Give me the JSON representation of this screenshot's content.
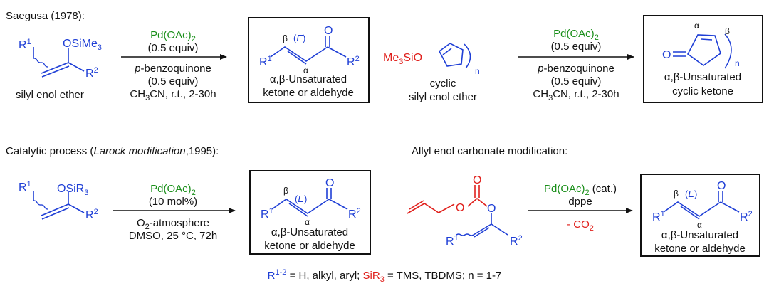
{
  "colors": {
    "ink": "#111111",
    "blue": "#1f3fd6",
    "red": "#e0201c",
    "green": "#1a8f1a"
  },
  "panel1": {
    "heading": "Saegusa (1978):",
    "sm_r1": "R",
    "sm_r1_sup": "1",
    "sm_otms": "OSiMe",
    "sm_otms_sub": "3",
    "sm_r2": "R",
    "sm_r2_sup": "2",
    "sm_name": "silyl enol ether",
    "reagent": "Pd(OAc)",
    "reagent_sub": "2",
    "equiv": "(0.5 equiv)",
    "cond_italic": "p",
    "cond_rest": "-benzoquinone",
    "cond_equiv": "(0.5 equiv)",
    "cond_solvent_a": "CH",
    "cond_solvent_sub": "3",
    "cond_solvent_b": "CN, r.t., 2-30h",
    "pr_beta": "β",
    "pr_E_open": "(",
    "pr_E": "E",
    "pr_E_close": ")",
    "pr_alpha": "α",
    "pr_O": "O",
    "pr_r1": "R",
    "pr_r1_sup": "1",
    "pr_r2": "R",
    "pr_r2_sup": "2",
    "pr_label1": "α,β-Unsaturated",
    "pr_label2": "ketone or aldehyde"
  },
  "panel2": {
    "sm_me3sio_a": "Me",
    "sm_me3sio_sub": "3",
    "sm_me3sio_b": "SiO",
    "sm_n": "n",
    "sm_name1": "cyclic",
    "sm_name2": "silyl enol ether",
    "reagent": "Pd(OAc)",
    "reagent_sub": "2",
    "equiv": "(0.5 equiv)",
    "cond_italic": "p",
    "cond_rest": "-benzoquinone",
    "cond_equiv": "(0.5 equiv)",
    "cond_solvent_a": "CH",
    "cond_solvent_sub": "3",
    "cond_solvent_b": "CN, r.t., 2-30h",
    "pr_O": "O",
    "pr_alpha": "α",
    "pr_beta": "β",
    "pr_n": "n",
    "pr_label1": "α,β-Unsaturated",
    "pr_label2": "cyclic ketone"
  },
  "panel3": {
    "heading_a": "Catalytic process (",
    "heading_italic": "Larock modification",
    "heading_b": ",1995):",
    "sm_r1": "R",
    "sm_r1_sup": "1",
    "sm_osir3": "OSiR",
    "sm_osir3_sub": "3",
    "sm_r2": "R",
    "sm_r2_sup": "2",
    "reagent": "Pd(OAc)",
    "reagent_sub": "2",
    "loading": "(10 mol%)",
    "cond_o2_a": "O",
    "cond_o2_sub": "2",
    "cond_o2_b": "-atmosphere",
    "cond2": "DMSO, 25 °C, 72h",
    "pr_beta": "β",
    "pr_E_open": "(",
    "pr_E": "E",
    "pr_E_close": ")",
    "pr_alpha": "α",
    "pr_O": "O",
    "pr_r1": "R",
    "pr_r1_sup": "1",
    "pr_r2": "R",
    "pr_r2_sup": "2",
    "pr_label1": "α,β-Unsaturated",
    "pr_label2": "ketone or aldehyde"
  },
  "panel4": {
    "heading": "Allyl enol carbonate modification:",
    "sm_O_top": "O",
    "sm_O_ester": "O",
    "sm_O_enol": "O",
    "sm_r1": "R",
    "sm_r1_sup": "1",
    "sm_r2": "R",
    "sm_r2_sup": "2",
    "reagent": "Pd(OAc)",
    "reagent_sub": "2",
    "reagent_cat": " (cat.)",
    "ligand": "dppe",
    "byproduct": "- CO",
    "byproduct_sub": "2",
    "pr_beta": "β",
    "pr_E_open": "(",
    "pr_E": "E",
    "pr_E_close": ")",
    "pr_alpha": "α",
    "pr_O": "O",
    "pr_r1": "R",
    "pr_r1_sup": "1",
    "pr_r2": "R",
    "pr_r2_sup": "2",
    "pr_label1": "α,β-Unsaturated",
    "pr_label2": "ketone or aldehyde"
  },
  "footnote": {
    "r_a": "R",
    "r_sup": "1-2",
    "r_b": " = H, alkyl, aryl; ",
    "sir_a": "SiR",
    "sir_sub": "3",
    "rest": " = TMS, TBDMS; n = 1-7"
  }
}
